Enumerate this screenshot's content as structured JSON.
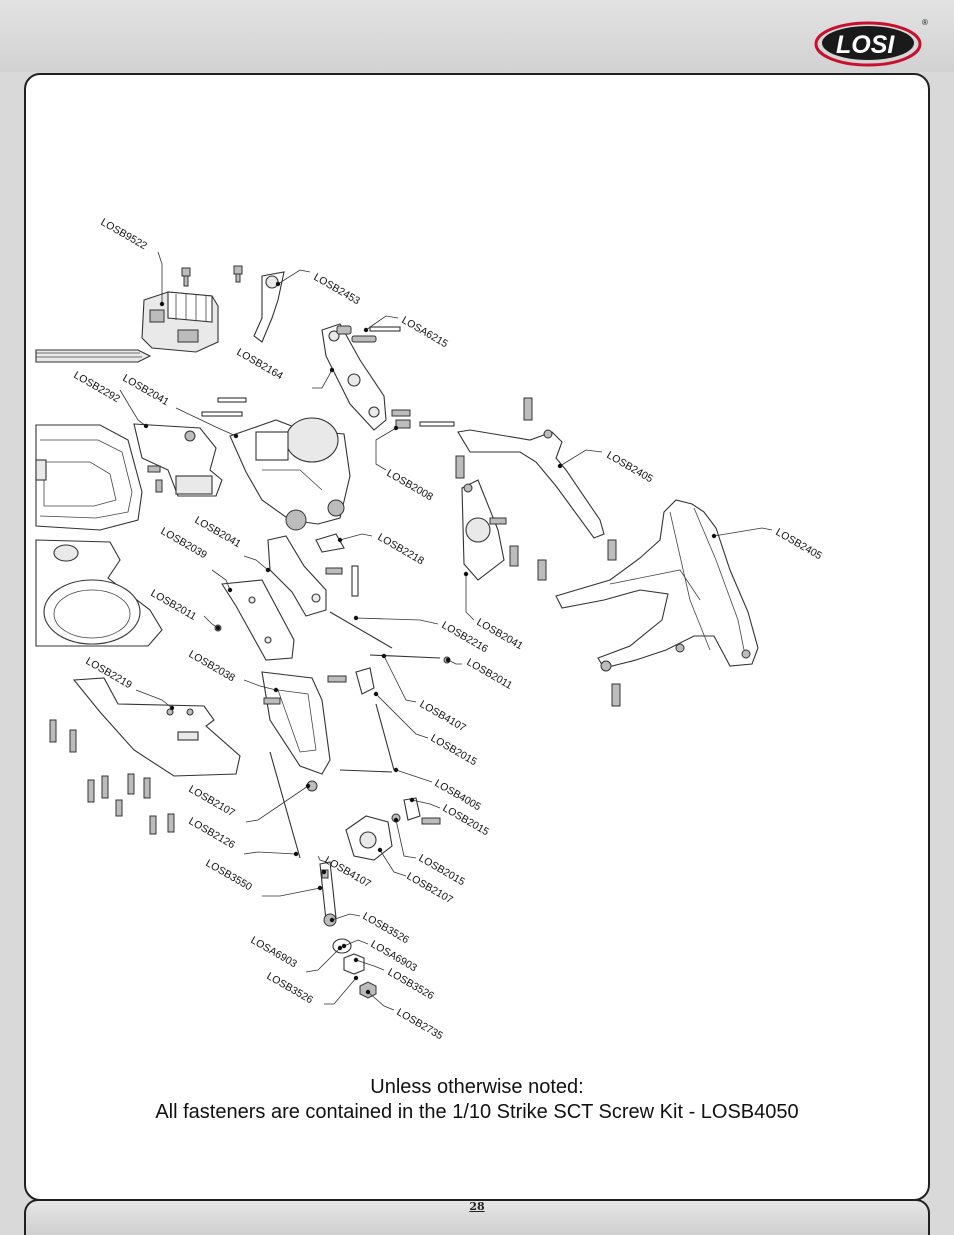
{
  "brand": {
    "logo_text": "LOSI",
    "registered_mark": "®"
  },
  "page": {
    "number": "28"
  },
  "note": {
    "line1": "Unless otherwise noted:",
    "line2": "All fasteners are contained in the 1/10 Strike SCT Screw Kit - LOSB4050"
  },
  "part_labels": [
    "LOSB9522",
    "LOSB2453",
    "LOSA6215",
    "LOSB2164",
    "LOSB2292",
    "LOSB2041",
    "LOSB2008",
    "LOSB2405",
    "LOSB2405",
    "LOSB2041",
    "LOSB2218",
    "LOSB2039",
    "LOSB2041",
    "LOSB2011",
    "LOSB2216",
    "LOSB2011",
    "LOSB2038",
    "LOSB4107",
    "LOSB2219",
    "LOSB2015",
    "LOSB4005",
    "LOSB2107",
    "LOSB2015",
    "LOSB2126",
    "LOSB2015",
    "LOSB2107",
    "LOSB3550",
    "LOSB4107",
    "LOSB3526",
    "LOSA6903",
    "LOSA6903",
    "LOSB3526",
    "LOSB3526",
    "LOSB2735"
  ],
  "colors": {
    "logo_red": "#c8102e",
    "line": "#333333",
    "background": "#d9d9d9",
    "sheet": "#ffffff"
  }
}
